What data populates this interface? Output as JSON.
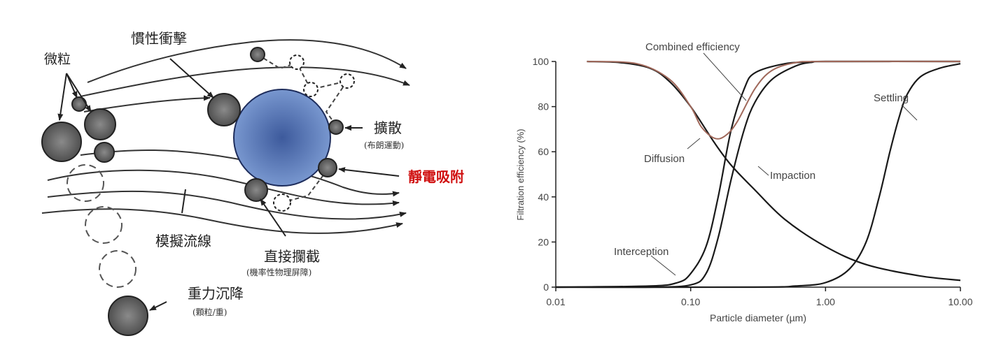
{
  "diagram": {
    "labels": {
      "particles": "微粒",
      "inertial_impaction": "慣性衝擊",
      "diffusion": "擴散",
      "diffusion_note": "(布朗運動)",
      "electrostatic": "靜電吸附",
      "streamlines": "模擬流線",
      "interception": "直接攔截",
      "interception_note": "(機率性物理屏障)",
      "gravity": "重力沉降",
      "gravity_note": "(顆粒/重)"
    },
    "colors": {
      "particle_fill": "#555555",
      "fiber_fill": "#6a8cc9",
      "fiber_stroke": "#2c3f73",
      "electrostatic_text": "#d01010",
      "streamline": "#333333"
    }
  },
  "chart_data": {
    "type": "line",
    "xscale": "log",
    "xlabel": "Particle diameter (µm)",
    "ylabel": "Filtration efficiency (%)",
    "xlim": [
      0.01,
      10.0
    ],
    "ylim": [
      0,
      100
    ],
    "x_ticks": [
      "0.01",
      "0.10",
      "1.00",
      "10.00"
    ],
    "y_ticks": [
      "0",
      "20",
      "40",
      "60",
      "80",
      "100"
    ],
    "grid": false,
    "series": [
      {
        "name": "Combined efficiency",
        "color": "#a0685a",
        "points": [
          [
            0.017,
            100
          ],
          [
            0.04,
            99
          ],
          [
            0.07,
            92
          ],
          [
            0.1,
            80
          ],
          [
            0.12,
            71
          ],
          [
            0.15,
            66
          ],
          [
            0.18,
            67
          ],
          [
            0.22,
            73
          ],
          [
            0.3,
            88
          ],
          [
            0.4,
            96
          ],
          [
            0.6,
            99.5
          ],
          [
            1.0,
            100
          ],
          [
            10.0,
            100
          ]
        ]
      },
      {
        "name": "Diffusion",
        "color": "#1a1a1a",
        "points": [
          [
            0.017,
            100
          ],
          [
            0.03,
            99.5
          ],
          [
            0.05,
            97
          ],
          [
            0.07,
            91
          ],
          [
            0.1,
            80
          ],
          [
            0.15,
            64
          ],
          [
            0.2,
            54
          ],
          [
            0.3,
            43
          ],
          [
            0.5,
            30
          ],
          [
            1.0,
            18
          ],
          [
            2.0,
            10
          ],
          [
            5.0,
            5
          ],
          [
            10.0,
            3
          ]
        ]
      },
      {
        "name": "Interception",
        "color": "#1a1a1a",
        "points": [
          [
            0.01,
            0
          ],
          [
            0.05,
            0.5
          ],
          [
            0.08,
            2
          ],
          [
            0.1,
            6
          ],
          [
            0.13,
            18
          ],
          [
            0.16,
            40
          ],
          [
            0.2,
            70
          ],
          [
            0.25,
            88
          ],
          [
            0.3,
            95
          ],
          [
            0.5,
            99
          ],
          [
            0.8,
            99.8
          ],
          [
            1.0,
            100
          ],
          [
            10.0,
            100
          ]
        ]
      },
      {
        "name": "Impaction",
        "color": "#1a1a1a",
        "points": [
          [
            0.01,
            0
          ],
          [
            0.05,
            0
          ],
          [
            0.1,
            1
          ],
          [
            0.13,
            6
          ],
          [
            0.16,
            22
          ],
          [
            0.2,
            48
          ],
          [
            0.25,
            70
          ],
          [
            0.3,
            82
          ],
          [
            0.4,
            92
          ],
          [
            0.6,
            98
          ],
          [
            0.8,
            99.7
          ],
          [
            1.0,
            100
          ],
          [
            10.0,
            100
          ]
        ]
      },
      {
        "name": "Settling",
        "color": "#1a1a1a",
        "points": [
          [
            0.01,
            0
          ],
          [
            0.3,
            0
          ],
          [
            0.6,
            0.5
          ],
          [
            1.0,
            2
          ],
          [
            1.5,
            8
          ],
          [
            2.0,
            20
          ],
          [
            2.5,
            40
          ],
          [
            3.0,
            60
          ],
          [
            3.5,
            75
          ],
          [
            4.0,
            85
          ],
          [
            5.0,
            93
          ],
          [
            7.0,
            97
          ],
          [
            10.0,
            99
          ]
        ]
      }
    ],
    "annotations": [
      {
        "text": "Combined efficiency"
      },
      {
        "text": "Diffusion"
      },
      {
        "text": "Impaction"
      },
      {
        "text": "Interception"
      },
      {
        "text": "Settling"
      }
    ]
  }
}
